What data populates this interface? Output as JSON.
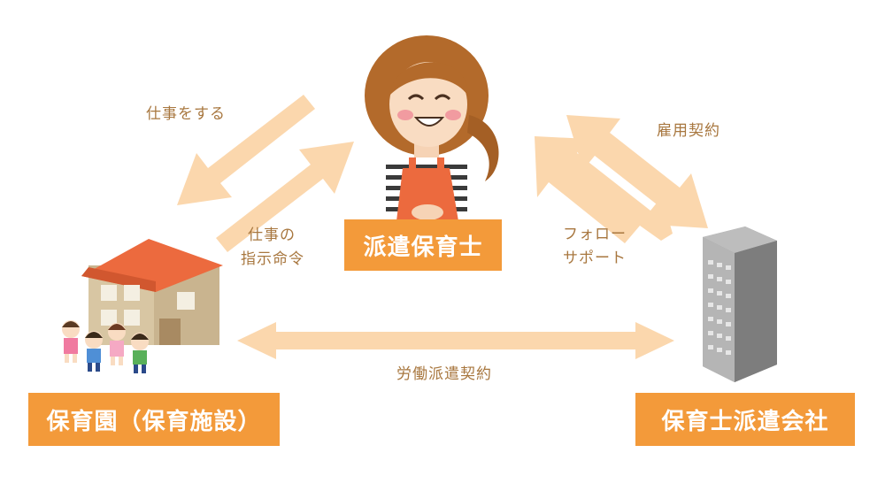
{
  "nodes": {
    "worker": "派遣保育士",
    "nursery": "保育園（保育施設）",
    "agency": "保育士派遣会社"
  },
  "edges": {
    "work": "仕事をする",
    "instruction_line1": "仕事の",
    "instruction_line2": "指示命令",
    "employment": "雇用契約",
    "follow_line1": "フォロー",
    "follow_line2": "サポート",
    "dispatch_contract": "労働派遣契約"
  },
  "colors": {
    "label_bg": "#f39a3a",
    "arrow": "#fbd7ad",
    "edge_text": "#a8773f"
  }
}
